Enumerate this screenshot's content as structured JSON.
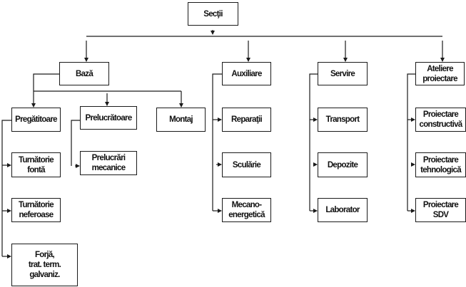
{
  "root": "Secţii",
  "level1": {
    "baza": "Bază",
    "auxiliare": "Auxiliare",
    "servire": "Servire",
    "ateliere": "Ateliere\nproiectare"
  },
  "baza_children": {
    "pregatitoare": "Pregătitoare",
    "prelucratoare": "Prelucrătoare",
    "montaj": "Montaj"
  },
  "pregatitoare_children": [
    "Turnătorie\nfontă",
    "Turnătorie\nneferoase",
    "Forjă,\ntrat. term.\ngalvaniz."
  ],
  "prelucratoare_children": [
    "Prelucrări\nmecanice"
  ],
  "auxiliare_children": [
    "Reparaţii",
    "Sculărie",
    "Mecano-\nenergetică"
  ],
  "servire_children": [
    "Transport",
    "Depozite",
    "Laborator"
  ],
  "ateliere_children": [
    "Proiectare\nconstructivă",
    "Proiectare\ntehnologică",
    "Proiectare\nSDV"
  ],
  "colors": {
    "line": "#1a1a1a",
    "background": "#ffffff"
  }
}
